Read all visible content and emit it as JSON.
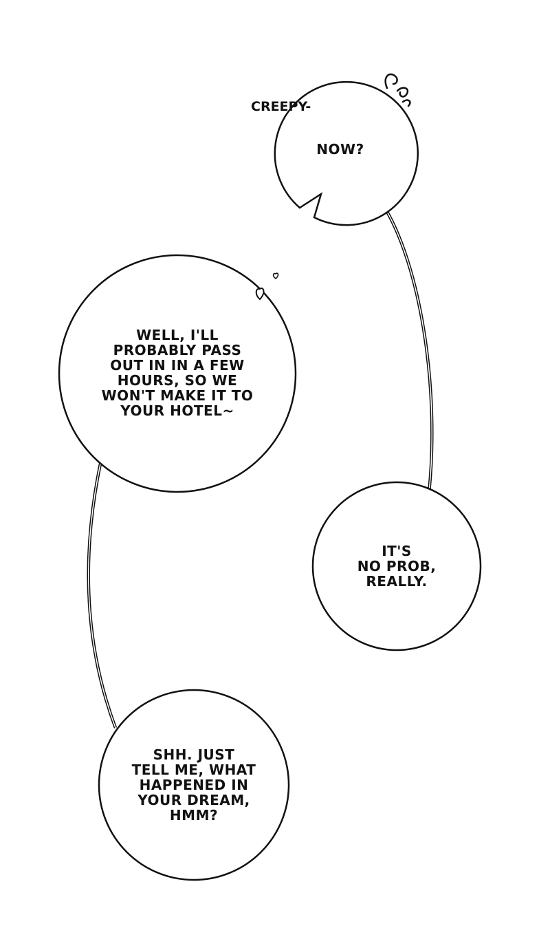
{
  "bubbles": {
    "now": {
      "lines": [
        "NOW?"
      ]
    },
    "well": {
      "lines": [
        "WELL, I'LL",
        "PROBABLY PASS",
        "OUT IN IN A FEW",
        "HOURS, SO WE",
        "WON'T MAKE IT TO",
        "YOUR HOTEL~"
      ]
    },
    "noprob": {
      "lines": [
        "IT'S",
        "NO PROB,",
        "REALLY."
      ]
    },
    "shh": {
      "lines": [
        "SHH. JUST",
        "TELL ME, WHAT",
        "HAPPENED IN",
        "YOUR DREAM,",
        "HMM?"
      ]
    }
  },
  "sfx": {
    "creepy": "CREEPY-"
  },
  "colors": {
    "ink": "#111111",
    "paper": "#ffffff"
  }
}
